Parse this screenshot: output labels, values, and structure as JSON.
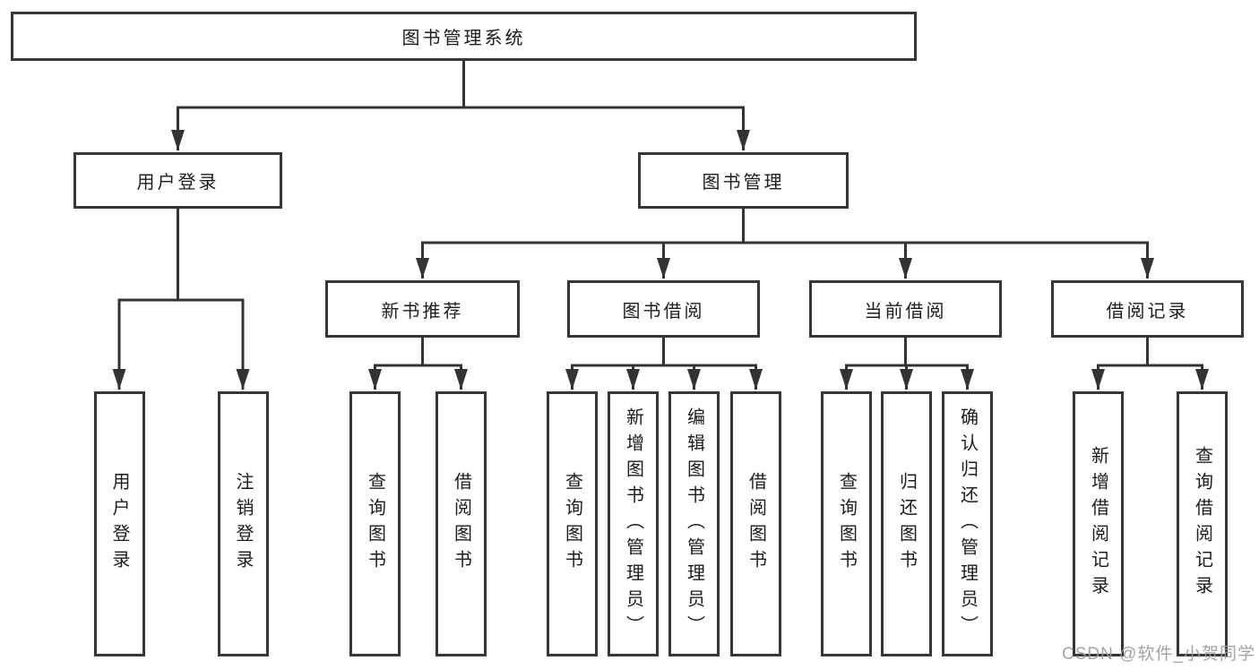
{
  "diagram": {
    "title": "图书管理系统",
    "root": {
      "label": "图书管理系统"
    },
    "level2": [
      {
        "label": "用户登录",
        "children": [
          {
            "label": "用户登录"
          },
          {
            "label": "注销登录"
          }
        ]
      },
      {
        "label": "图书管理",
        "children": [
          {
            "label": "新书推荐",
            "children": [
              {
                "label": "查询图书"
              },
              {
                "label": "借阅图书"
              }
            ]
          },
          {
            "label": "图书借阅",
            "children": [
              {
                "label": "查询图书"
              },
              {
                "label": "新增图书（管理员）"
              },
              {
                "label": "编辑图书（管理员）"
              },
              {
                "label": "借阅图书"
              }
            ]
          },
          {
            "label": "当前借阅",
            "children": [
              {
                "label": "查询图书"
              },
              {
                "label": "归还图书"
              },
              {
                "label": "确认归还（管理员）"
              }
            ]
          },
          {
            "label": "借阅记录",
            "children": [
              {
                "label": "新增借阅记录"
              },
              {
                "label": "查询借阅记录"
              }
            ]
          }
        ]
      }
    ]
  },
  "watermark": {
    "text": "CSDN @软件_小贺同学",
    "color": "#9c9ca0"
  },
  "colors": {
    "line": "#333333",
    "border": "#363636",
    "text": "#1c1c1c",
    "background": "#ffffff"
  }
}
